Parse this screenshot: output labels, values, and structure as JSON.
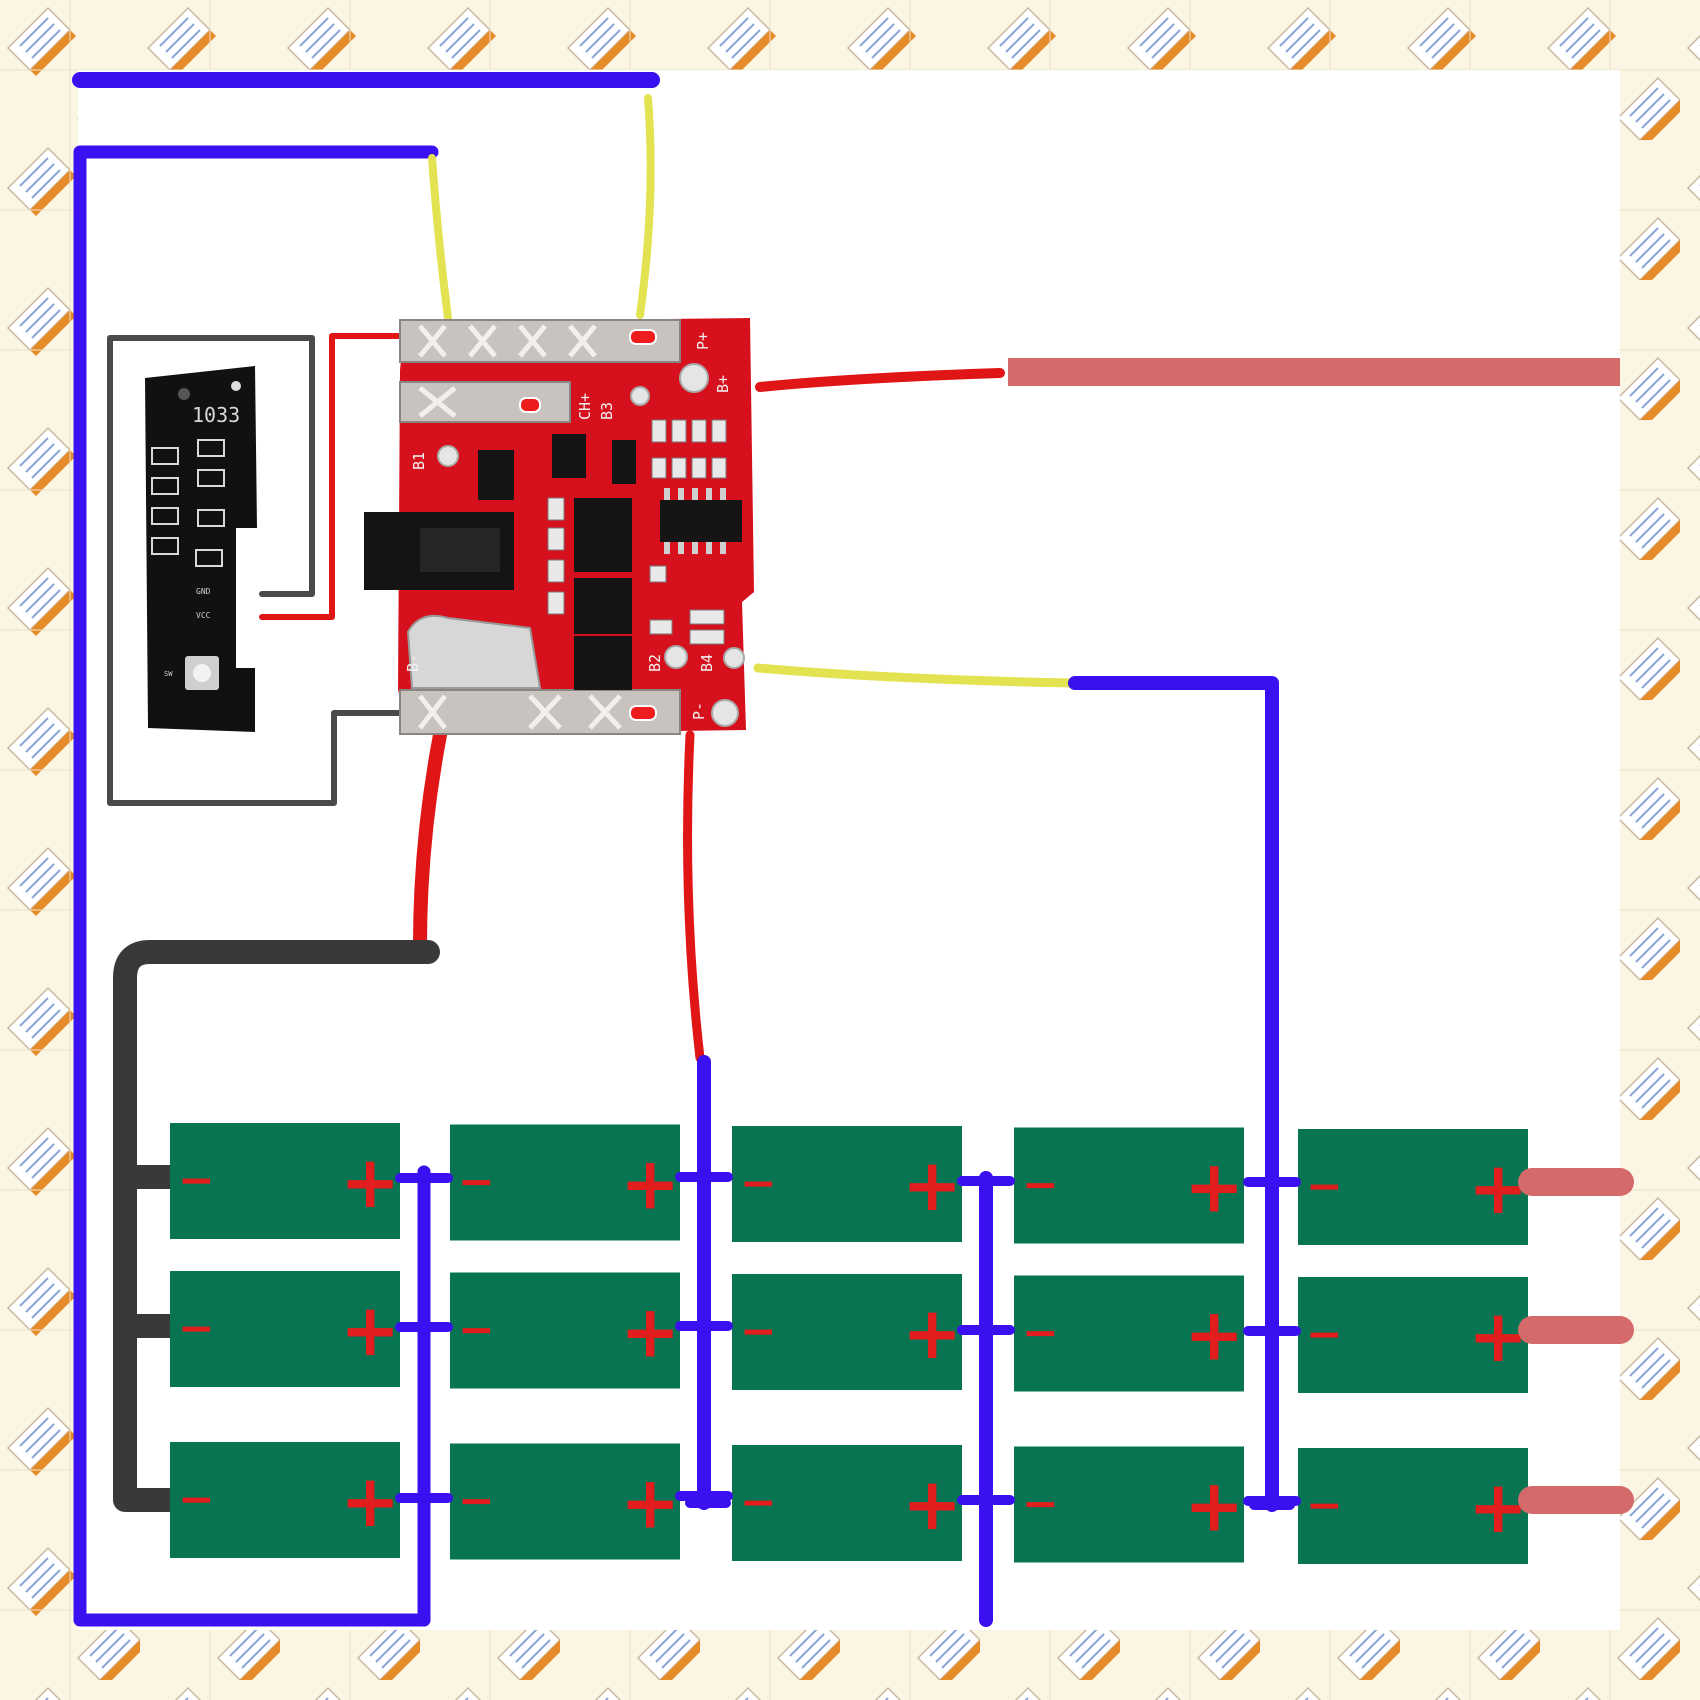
{
  "colors": {
    "frame_background": "#fbf6e4",
    "canvas": "#ffffff",
    "cell_fill": "#087452",
    "polarity_mark": "#e11d1d",
    "blue_bus": "#3a10f0",
    "black_wire": "#393939",
    "red_wire": "#e01515",
    "yellow_wire": "#e3e351",
    "output_wire": "#d46a6a",
    "bms_board": "#d6101d",
    "led_board": "#111111"
  },
  "icons": {
    "frame_tile": "book-tile-icon",
    "connector": "spring-terminal-icon",
    "led": "led-icon",
    "switch": "push-button-icon"
  },
  "battery_pack": {
    "columns": 5,
    "rows": 3,
    "minus_symbol": "−",
    "plus_symbol": "+"
  },
  "bms_board": {
    "top_left_label": "CH+",
    "top_right_label": "P+",
    "mid_right_label": "B+",
    "mid_label": "B3",
    "side_label": "B1",
    "bottom_left_label": "B-",
    "bottom_mid_label": "B2",
    "bottom_mid2_label": "B4",
    "bottom_right_label": "P-"
  },
  "led_board": {
    "model": "1033",
    "pin_label_1": "GND",
    "pin_label_2": "VCC",
    "switch_label": "SW"
  }
}
